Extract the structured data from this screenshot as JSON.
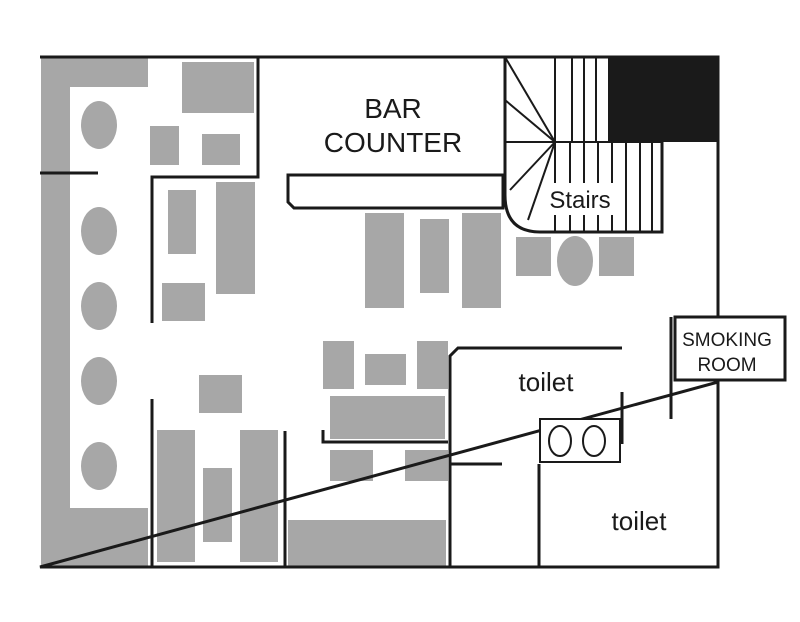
{
  "labels": {
    "bar_counter_line1": "BAR",
    "bar_counter_line2": "COUNTER",
    "stairs": "Stairs",
    "smoking_room_line1": "SMOKING",
    "smoking_room_line2": "ROOM",
    "toilet_upper": "toilet",
    "toilet_lower": "toilet"
  },
  "colors": {
    "wall": "#1a1a1a",
    "furniture": "#a7a7a7",
    "floor": "#ffffff"
  }
}
